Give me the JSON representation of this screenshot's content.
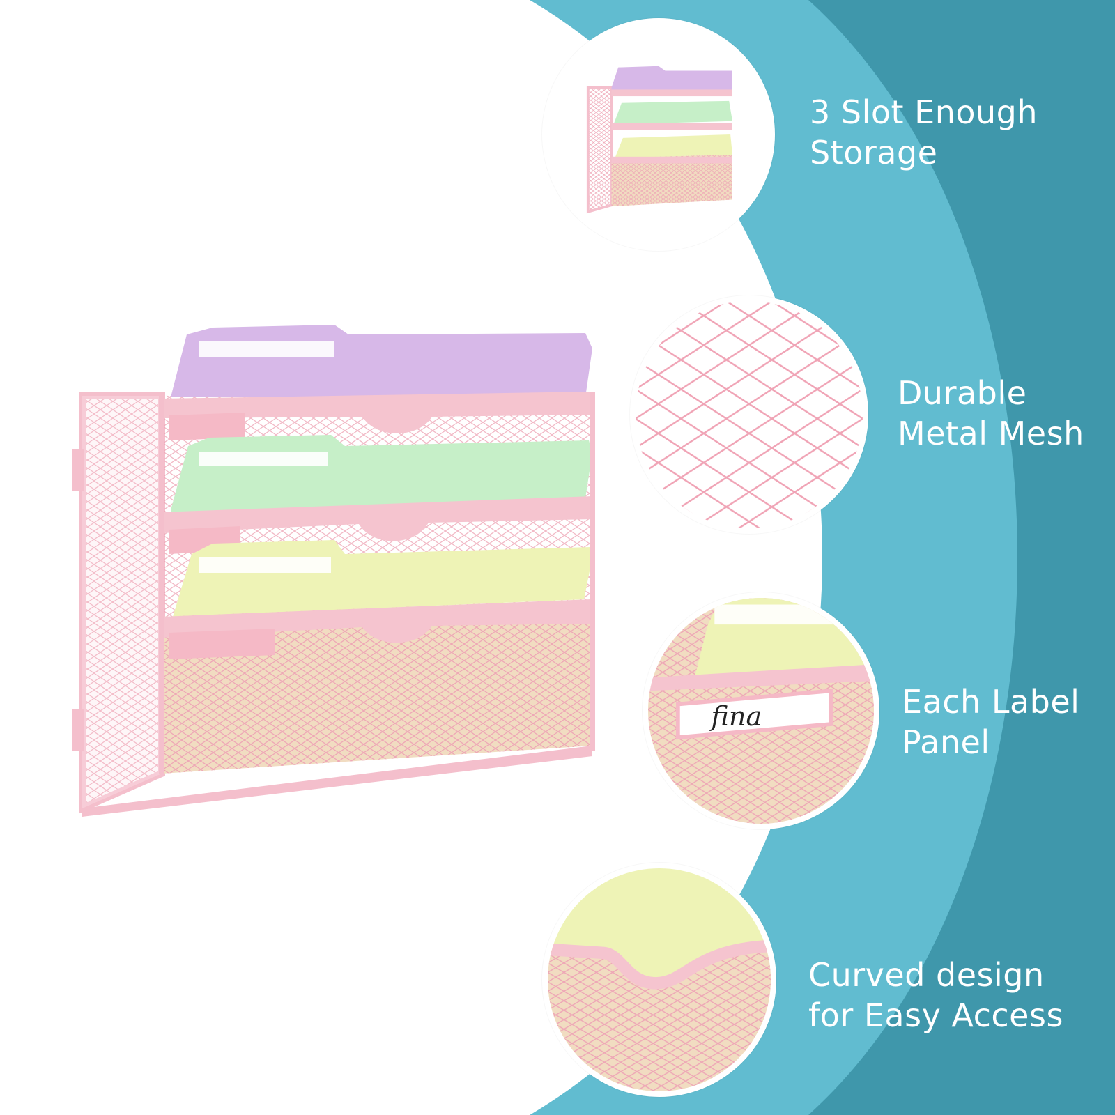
{
  "colors": {
    "light_teal": "#61bcd0",
    "dark_teal": "#3f97ab",
    "rack_pink": "#f5c4cf",
    "mesh_pink": "#eea6b6",
    "folder_purple": "#d7b8e8",
    "folder_green": "#c6efc8",
    "folder_yellow": "#eef3b6"
  },
  "features": [
    {
      "line1": "3 Slot Enough",
      "line2": "Storage",
      "icon": "rack-thumbnail"
    },
    {
      "line1": "Durable",
      "line2": "Metal Mesh",
      "icon": "mesh-closeup"
    },
    {
      "line1": "Each Label",
      "line2": "Panel",
      "icon": "label-closeup"
    },
    {
      "line1": "Curved design",
      "line2": "for Easy Access",
      "icon": "curve-closeup"
    }
  ],
  "label_card_text": "fina"
}
